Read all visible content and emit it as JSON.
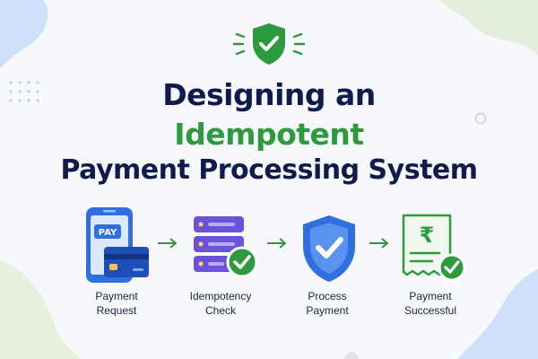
{
  "header": {
    "line1": "Designing an",
    "line2": "Idempotent",
    "line3": "Payment Processing System"
  },
  "steps": [
    {
      "line1": "Payment",
      "line2": "Request",
      "icon": "phone-card-icon",
      "badge": "PAY"
    },
    {
      "line1": "Idempotency",
      "line2": "Check",
      "icon": "server-check-icon"
    },
    {
      "line1": "Process",
      "line2": "Payment",
      "icon": "shield-check-icon"
    },
    {
      "line1": "Payment",
      "line2": "Successful",
      "icon": "receipt-check-icon",
      "currency": "₹"
    }
  ],
  "colors": {
    "navy": "#0f1b4d",
    "green": "#2e9a3e",
    "blue": "#2f6fe0",
    "purple": "#6b52d8"
  }
}
